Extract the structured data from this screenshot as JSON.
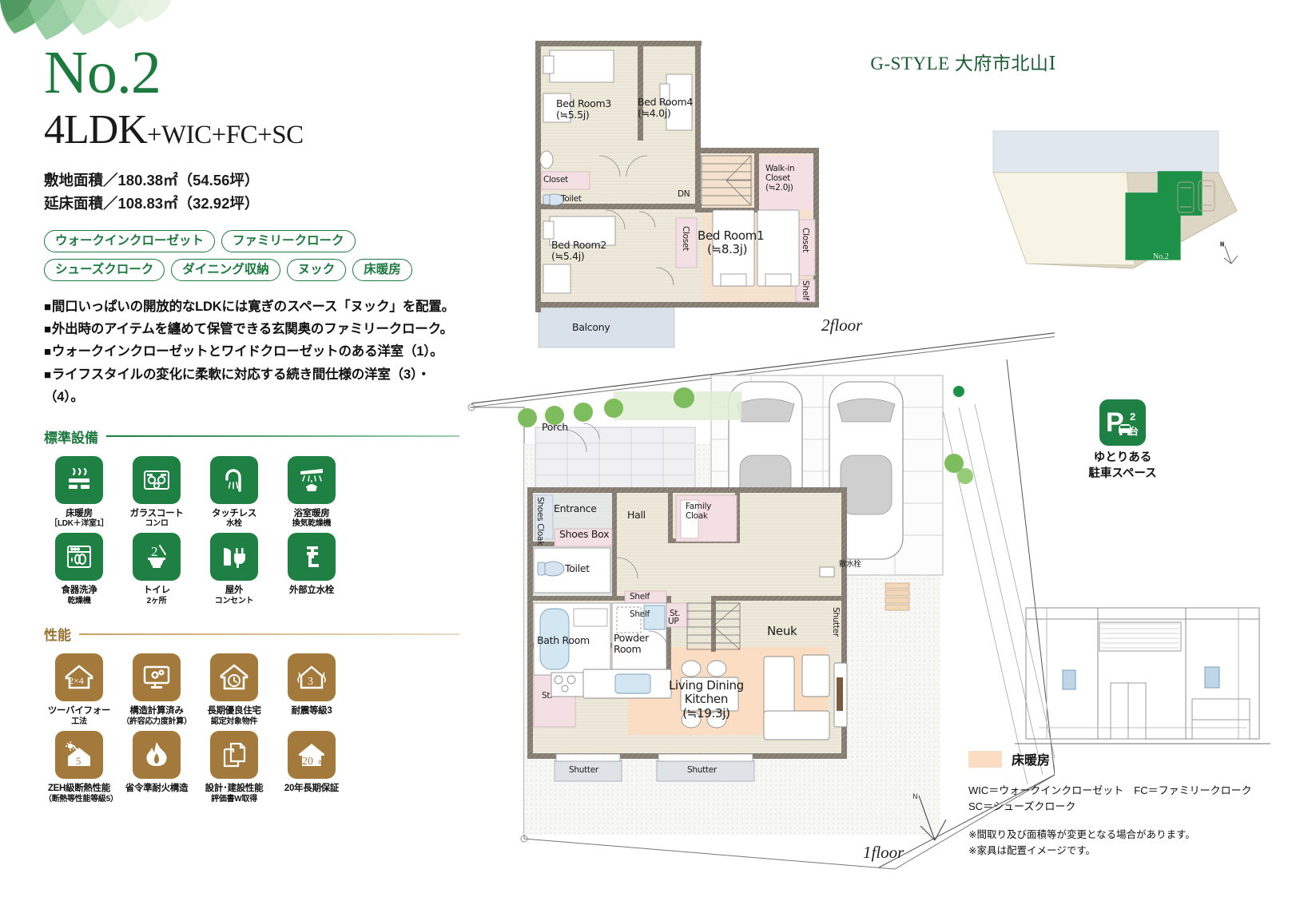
{
  "header": {
    "brand": "G-STYLE 大府市北山Ⅰ",
    "plan_no": "No.2",
    "layout_big": "4LDK",
    "layout_small": "+WIC+FC+SC",
    "site_area": "敷地面積／180.38㎡（54.56坪）",
    "floor_area": "延床面積／108.83㎡（32.92坪）"
  },
  "tags": [
    "ウォークインクローゼット",
    "ファミリークローク",
    "シューズクローク",
    "ダイニング収納",
    "ヌック",
    "床暖房"
  ],
  "bullets": [
    "間口いっぱいの開放的なLDKには寛ぎのスペース「ヌック」を配置。",
    "外出時のアイテムを纏めて保管できる玄関奥のファミリークローク。",
    "ウォークインクローゼットとワイドクローゼットのある洋室（1）。",
    "ライフスタイルの変化に柔軟に対応する続き間仕様の洋室（3）・（4）。"
  ],
  "standard_equipment": {
    "heading": "標準設備",
    "items": [
      {
        "icon": "floor-heating-icon",
        "label": "床暖房",
        "sub": "［LDK＋洋室1］"
      },
      {
        "icon": "glass-coat-stove-icon",
        "label": "ガラスコート",
        "sub": "コンロ"
      },
      {
        "icon": "touchless-faucet-icon",
        "label": "タッチレス",
        "sub": "水栓"
      },
      {
        "icon": "bathroom-dryer-icon",
        "label": "浴室暖房",
        "sub": "換気乾燥機"
      },
      {
        "icon": "dishwasher-icon",
        "label": "食器洗浄",
        "sub": "乾燥機"
      },
      {
        "icon": "toilet-icon",
        "label": "トイレ",
        "sub": "2ヶ所"
      },
      {
        "icon": "outdoor-outlet-icon",
        "label": "屋外",
        "sub": "コンセント"
      },
      {
        "icon": "outdoor-faucet-icon",
        "label": "外部立水栓",
        "sub": ""
      }
    ]
  },
  "performance": {
    "heading": "性能",
    "items": [
      {
        "icon": "two-by-four-icon",
        "label": "ツーバイフォー",
        "sub": "工法"
      },
      {
        "icon": "structural-calc-icon",
        "label": "構造計算済み",
        "sub": "（許容応力度計算）"
      },
      {
        "icon": "long-life-housing-icon",
        "label": "長期優良住宅",
        "sub": "認定対象物件"
      },
      {
        "icon": "seismic-grade3-icon",
        "label": "耐震等級3",
        "sub": ""
      },
      {
        "icon": "zeh-insulation-icon",
        "label": "ZEH級断熱性能",
        "sub": "（断熱等性能等級5）"
      },
      {
        "icon": "fire-resistant-icon",
        "label": "省令準耐火構造",
        "sub": ""
      },
      {
        "icon": "design-performance-icon",
        "label": "設計･建設性能",
        "sub": "評価書W取得"
      },
      {
        "icon": "warranty-20y-icon",
        "label": "20年長期保証",
        "sub": ""
      }
    ]
  },
  "sitemap": {
    "lot_label": "No.2"
  },
  "parking": {
    "badge_p": "P",
    "badge_count": "2",
    "badge_unit": "台",
    "caption_line1": "ゆとりある",
    "caption_line2": "駐車スペース"
  },
  "floor2": {
    "label": "2floor",
    "rooms": [
      {
        "name": "Bed Room3",
        "area": "(≒5.5j)"
      },
      {
        "name": "Bed Room4",
        "area": "(≒4.0j)"
      },
      {
        "name": "Bed Room2",
        "area": "(≒5.4j)"
      },
      {
        "name": "Bed Room1",
        "area": "(≒8.3j)"
      },
      {
        "name": "Walk-in Closet",
        "area": "(≒2.0j)"
      }
    ],
    "misc": [
      "Closet",
      "Toilet",
      "DN",
      "Balcony",
      "Closet",
      "Closet",
      "Shelf"
    ]
  },
  "floor1": {
    "label": "1floor",
    "rooms": [
      {
        "name": "Living Dining Kitchen",
        "area": "(≒19.3j)"
      }
    ],
    "misc": [
      "Porch",
      "Entrance",
      "Hall",
      "Family Cloak",
      "Shoes Cloak",
      "Shoes Box",
      "Toilet",
      "Bath Room",
      "Powder Room",
      "Shelf",
      "Shelf",
      "St.",
      "St.",
      "Neuk",
      "UP",
      "Shutter",
      "Shutter",
      "Shutter",
      "散水栓"
    ]
  },
  "legend": {
    "swatch_label": "床暖房",
    "swatch_color": "#fbddc4"
  },
  "abbreviations": [
    "WIC＝ウォークインクローゼット　FC＝ファミリークローク",
    "SC＝シューズクローク"
  ],
  "notes": [
    "※間取り及び面積等が変更となる場合があります。",
    "※家具は配置イメージです。"
  ]
}
